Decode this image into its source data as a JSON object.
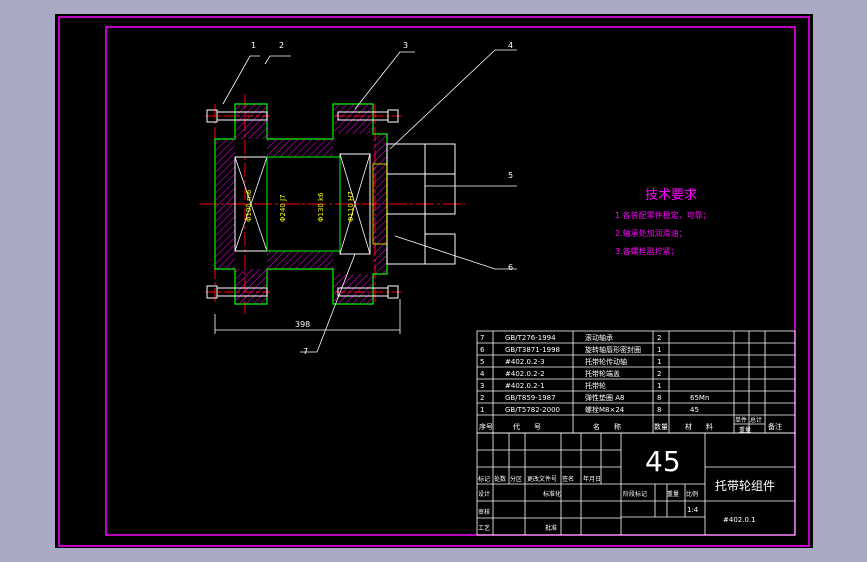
{
  "drawing": {
    "balloons": [
      "1",
      "2",
      "3",
      "4",
      "5",
      "6",
      "7"
    ],
    "dimension_total": "398",
    "diameter_labels": [
      "Φ100 m6",
      "Φ240 J7",
      "Φ130 k6",
      "Φ110 H7"
    ]
  },
  "tech_req": {
    "title": "技术要求",
    "items": [
      "1.各装配零件稳定，可靠；",
      "2.轴承处加润滑油；",
      "3.各螺栓副拧紧；"
    ]
  },
  "bom": {
    "header": {
      "no": "序号",
      "code": "代　　号",
      "name": "名　　称",
      "qty": "数量",
      "material": "材　　料",
      "unit_weight": "单件",
      "total_weight": "总计",
      "weight": "重量",
      "remark": "备注"
    },
    "rows": [
      {
        "no": "7",
        "code": "GB/T276-1994",
        "name": "滚动轴承",
        "qty": "2",
        "material": ""
      },
      {
        "no": "6",
        "code": "GB/T3871-1998",
        "name": "旋转轴唇形密封圈",
        "qty": "1",
        "material": ""
      },
      {
        "no": "5",
        "code": "#402.0.2-3",
        "name": "托带轮传动轴",
        "qty": "1",
        "material": ""
      },
      {
        "no": "4",
        "code": "#402.0.2-2",
        "name": "托带轮端盖",
        "qty": "2",
        "material": ""
      },
      {
        "no": "3",
        "code": "#402.0.2-1",
        "name": "托带轮",
        "qty": "1",
        "material": ""
      },
      {
        "no": "2",
        "code": "GB/T859-1987",
        "name": "弹性垫圈 A8",
        "qty": "8",
        "material": "65Mn"
      },
      {
        "no": "1",
        "code": "GB/T5782-2000",
        "name": "螺栓M8×24",
        "qty": "8",
        "material": "45"
      }
    ]
  },
  "title_block": {
    "material": "45",
    "name": "托带轮组件",
    "code": "#402.0.1",
    "scale": "1:4",
    "rev_headers": [
      "标记",
      "处数",
      "分区",
      "更改文件号",
      "签名",
      "年月日"
    ],
    "design": "设计",
    "standardize": "标准化",
    "review": "审核",
    "craft": "工艺",
    "approve": "批准",
    "stage_mark": "阶段标记",
    "weight": "重量",
    "scale_label": "比例"
  },
  "colors": {
    "frame": "#ff00ff",
    "green": "#00ff00",
    "cyan": "#00ffff",
    "red": "#ff0000",
    "white": "#ffffff",
    "yellow": "#ffff00",
    "hatch": "#ff00ff"
  }
}
